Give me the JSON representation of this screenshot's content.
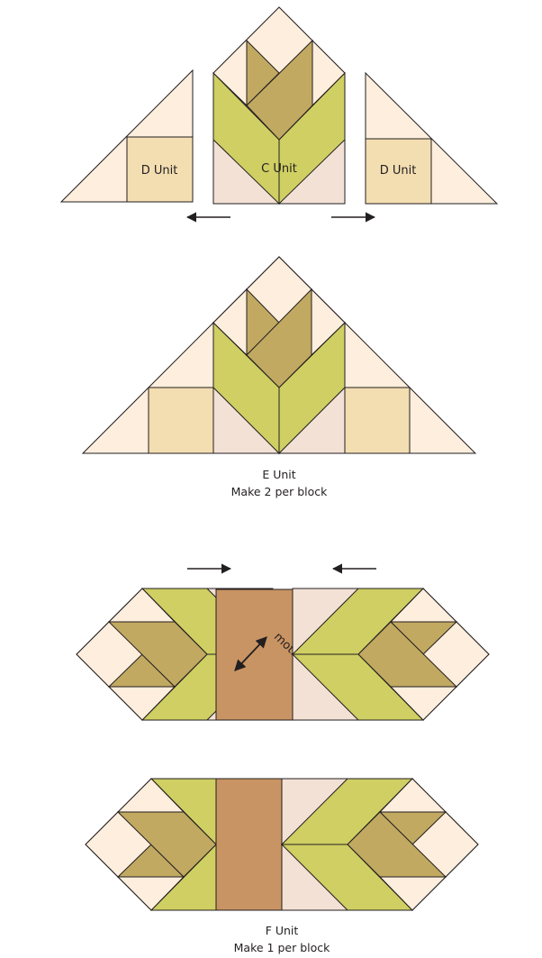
{
  "colors": {
    "cream": "#fdeedd",
    "pink": "#f3e1d6",
    "tan": "#f3deb2",
    "green": "#cfcf63",
    "olive": "#c1a961",
    "motif": "#c99463",
    "outline": "#231f20"
  },
  "labels": {
    "d_unit_left": "D Unit",
    "c_unit": "C Unit",
    "d_unit_right": "D Unit",
    "motif": "motif"
  },
  "e_unit": {
    "name": "E Unit",
    "instruction": "Make 2 per block"
  },
  "f_unit": {
    "name": "F Unit",
    "instruction": "Make 1 per block"
  },
  "arrows": [
    "arrow-left",
    "arrow-right",
    "arrow-right",
    "arrow-left",
    "double-headed-arrow"
  ]
}
